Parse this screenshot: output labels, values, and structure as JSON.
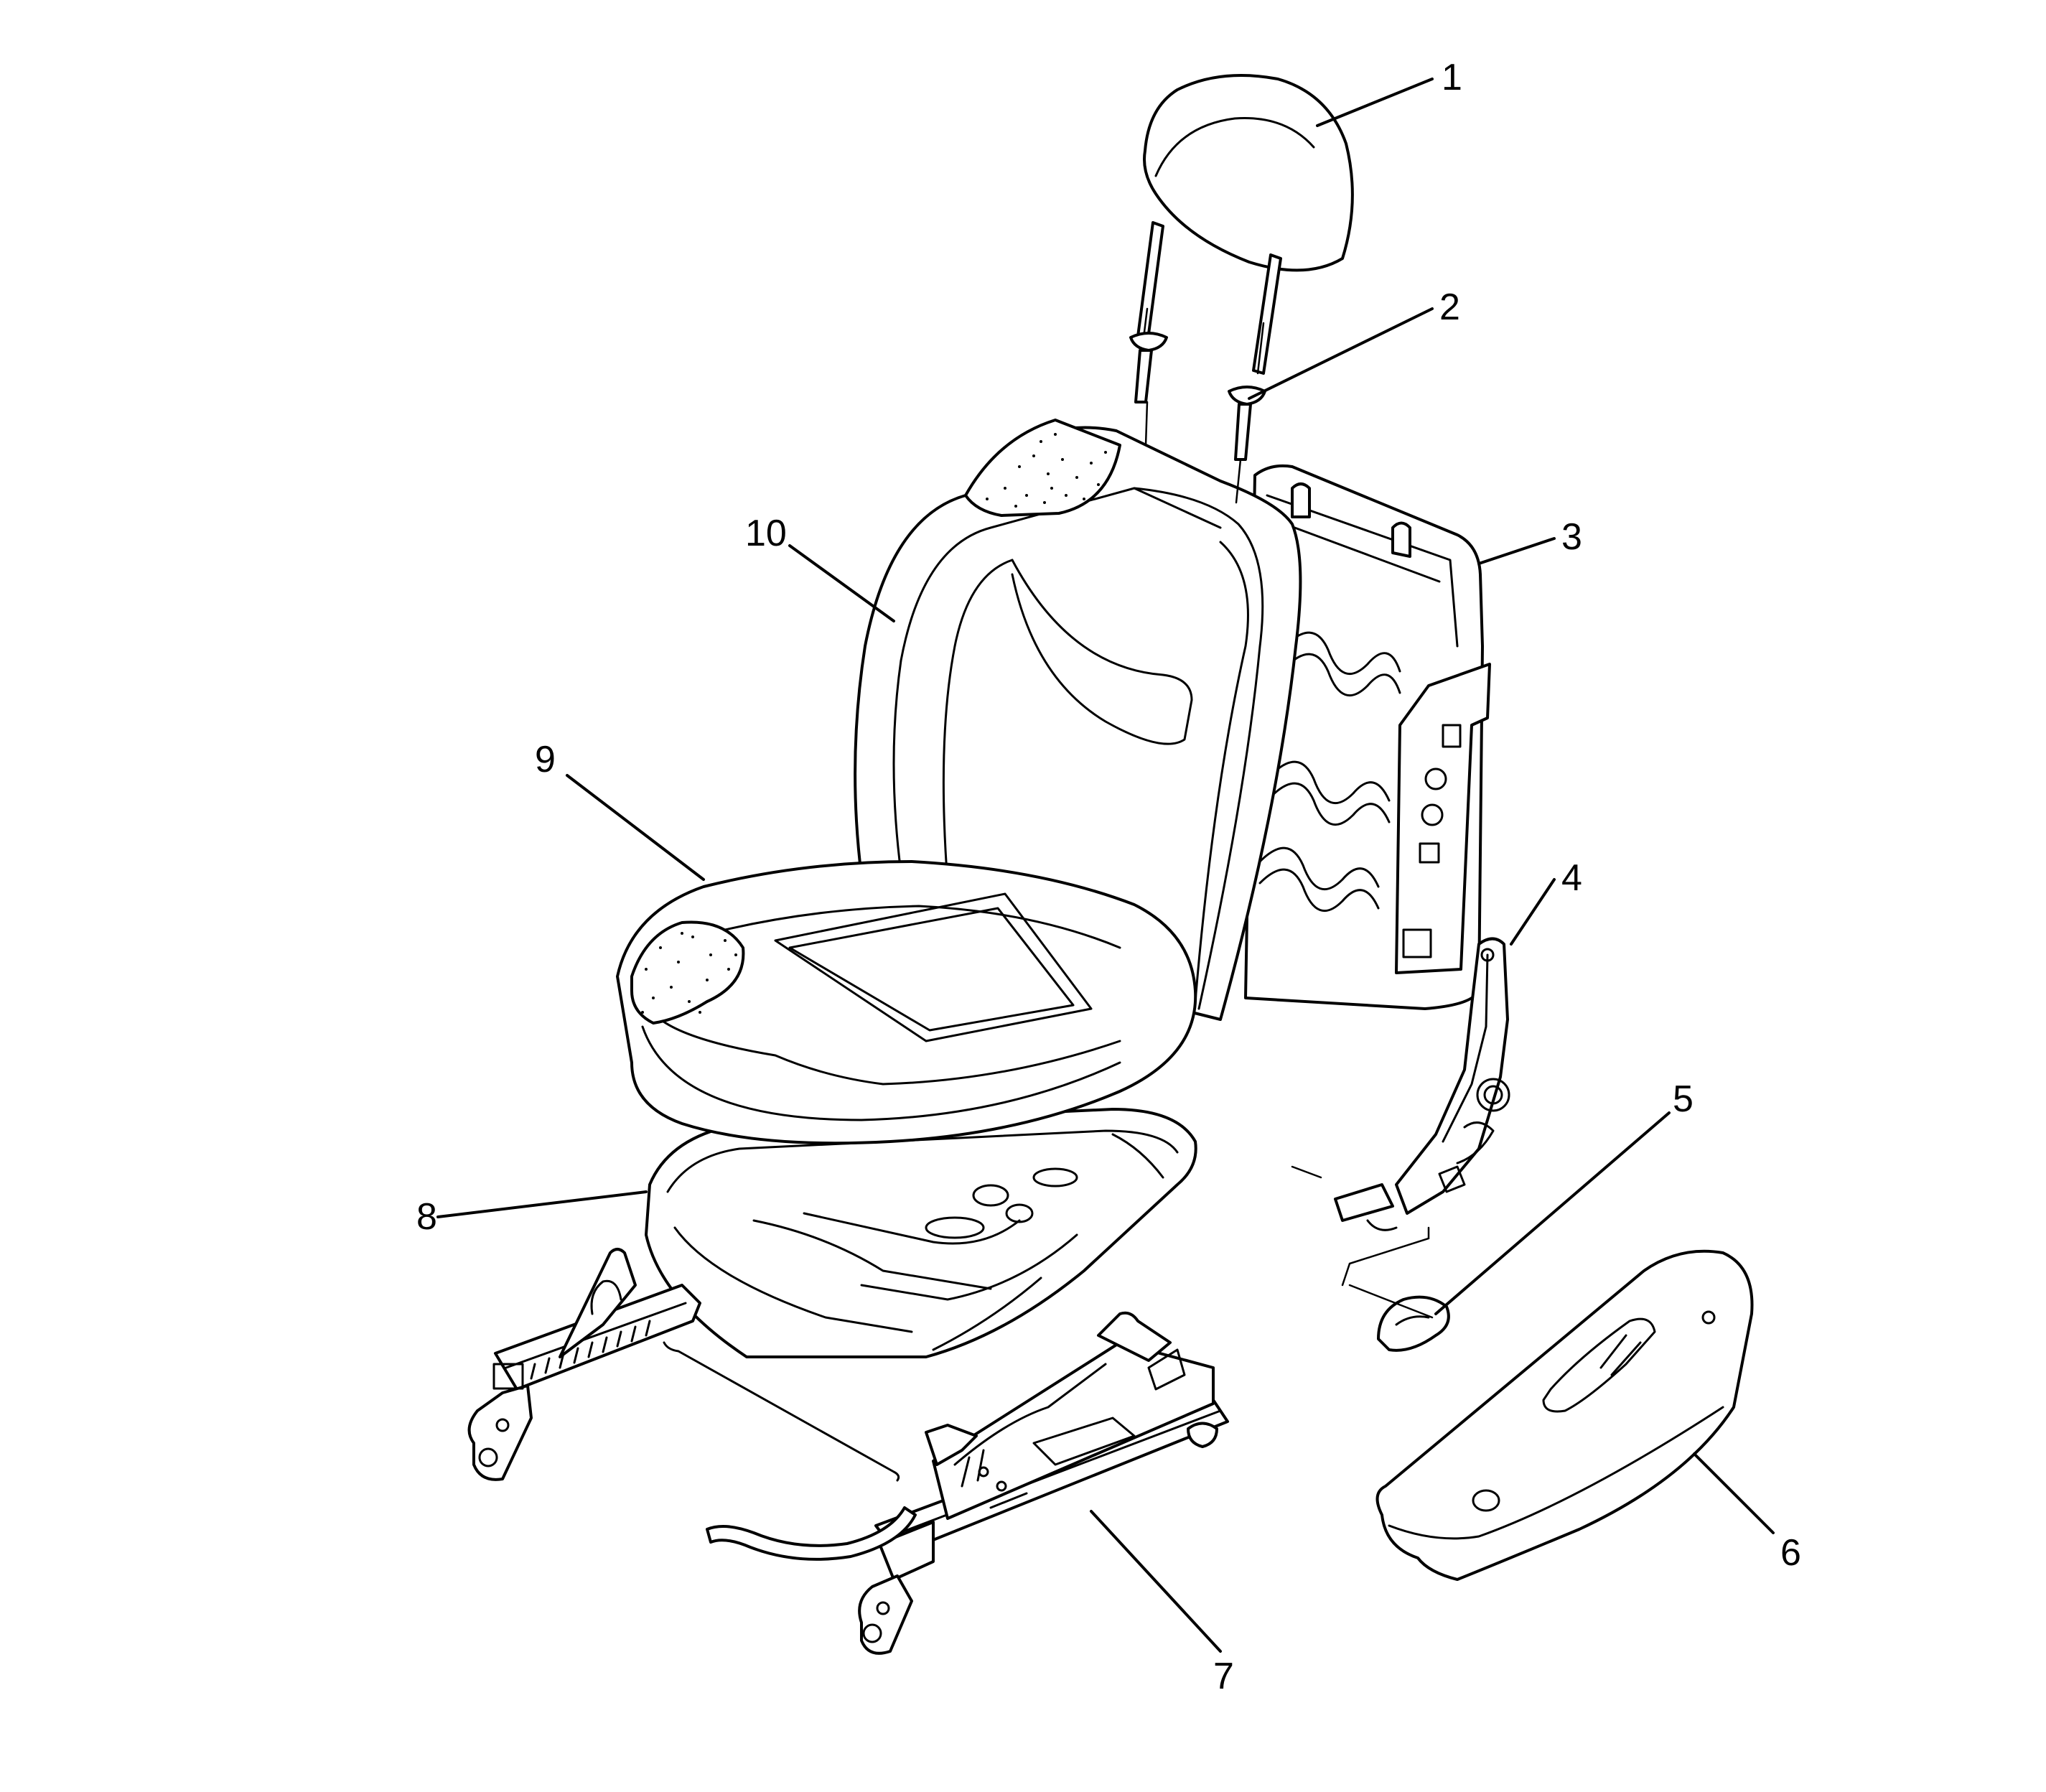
{
  "figure": {
    "callouts": [
      {
        "id": "1",
        "label": "1",
        "part": "headrest"
      },
      {
        "id": "2",
        "label": "2",
        "part": "headrest-guide"
      },
      {
        "id": "3",
        "label": "3",
        "part": "seatback-frame"
      },
      {
        "id": "4",
        "label": "4",
        "part": "recliner-mechanism"
      },
      {
        "id": "5",
        "label": "5",
        "part": "recliner-handle"
      },
      {
        "id": "6",
        "label": "6",
        "part": "seat-side-shield"
      },
      {
        "id": "7",
        "label": "7",
        "part": "seat-adjuster-track"
      },
      {
        "id": "8",
        "label": "8",
        "part": "seat-cushion-frame"
      },
      {
        "id": "9",
        "label": "9",
        "part": "seat-cushion"
      },
      {
        "id": "10",
        "label": "10",
        "part": "seatback"
      }
    ]
  }
}
